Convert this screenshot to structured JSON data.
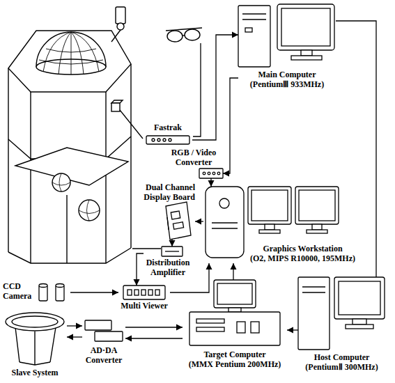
{
  "diagram": {
    "nodes": [
      {
        "text": [
          "Fastrak"
        ]
      },
      {
        "text": [
          "Main Computer",
          "(PentiumⅢ 933MHz)"
        ]
      },
      {
        "text": [
          "RGB / Video Converter"
        ]
      },
      {
        "text": [
          "Dual Channel Display Board"
        ]
      },
      {
        "text": [
          "Graphics Workstation",
          "(O2, MIPS R10000, 195MHz)"
        ]
      },
      {
        "text": [
          "Distribution Amplifier"
        ]
      },
      {
        "text": [
          "CCD Camera"
        ]
      },
      {
        "text": [
          "Multi Viewer"
        ]
      },
      {
        "text": [
          "Slave System"
        ]
      },
      {
        "text": [
          "AD·DA Converter"
        ]
      },
      {
        "text": [
          "Target Computer",
          "(MMX Pentium 200MHz)"
        ]
      },
      {
        "text": [
          "Host Computer",
          "(PentiumⅡ 300MHz)"
        ]
      }
    ],
    "edges": [
      {
        "from": 0,
        "to": 1,
        "arrow": "to"
      },
      {
        "from": 1,
        "to": 2,
        "arrow": "to"
      },
      {
        "from": 2,
        "to": 4,
        "arrow": "to"
      },
      {
        "from": 4,
        "to": 3,
        "arrow": "to"
      },
      {
        "from": 3,
        "to": 5,
        "arrow": "to"
      },
      {
        "from": 5,
        "to": 7,
        "arrow": "to"
      },
      {
        "from": 6,
        "to": 7,
        "arrow": "to"
      },
      {
        "from": 7,
        "to": 4,
        "arrow": "to"
      },
      {
        "from": 8,
        "to": 9,
        "arrow": "to"
      },
      {
        "from": 9,
        "to": 8,
        "arrow": "to"
      },
      {
        "from": 9,
        "to": 10,
        "arrow": "to"
      },
      {
        "from": 10,
        "to": 9,
        "arrow": "to"
      },
      {
        "from": 10,
        "to": 4,
        "arrow": "to"
      },
      {
        "from": 11,
        "to": 10,
        "arrow": "to"
      },
      {
        "from": 11,
        "to": 1,
        "arrow": "none"
      }
    ]
  }
}
